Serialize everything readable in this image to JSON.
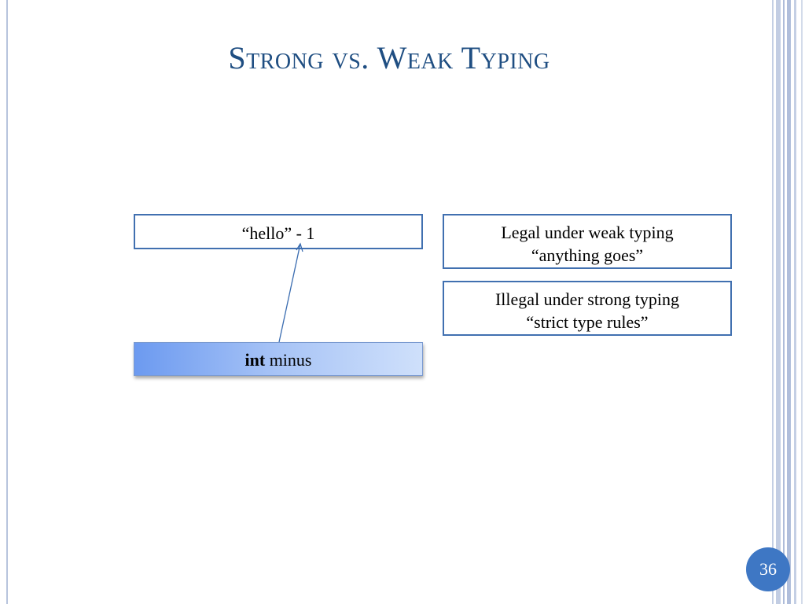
{
  "slide": {
    "title": "Strong vs. Weak Typing",
    "page_number": "36"
  },
  "diagram": {
    "expression": "“hello” - 1",
    "operator": {
      "keyword": "int",
      "name": " minus"
    },
    "legal": {
      "line1": "Legal under weak typing",
      "line2": "“anything goes”"
    },
    "illegal": {
      "line1": "Illegal under strong typing",
      "line2": "“strict type rules”"
    }
  },
  "colors": {
    "title": "#1f4e82",
    "box_border": "#4170b0",
    "operator_fill": "#a8c4f6",
    "badge": "#3e77c4"
  }
}
